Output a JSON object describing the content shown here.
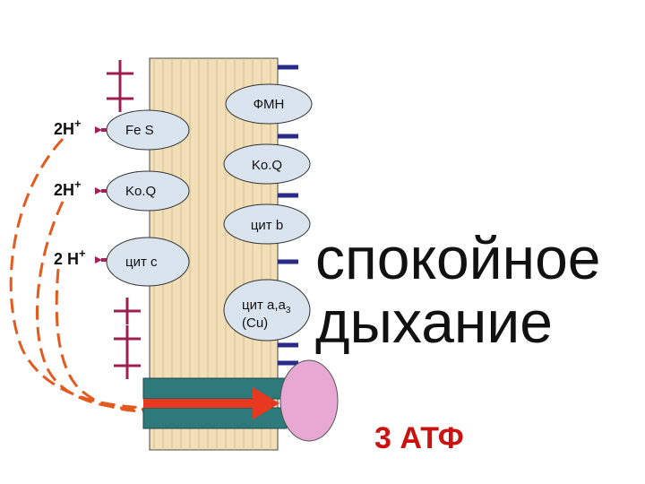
{
  "diagram": {
    "carriers": {
      "fmn": "ФМН",
      "fes": "Fe S",
      "koq_right": "Ko.Q",
      "koq_left": "Ko.Q",
      "cyt_b": "цит b",
      "cyt_c": "цит с",
      "cyt_aa3_line1": "цит a,a",
      "cyt_aa3_sub": "3",
      "cyt_aa3_line2": "(Cu)"
    },
    "protons": {
      "p1_main": "2H",
      "p1_sup": "+",
      "p2_main": "2H",
      "p2_sup": "+",
      "p3_main": "2 H",
      "p3_sup": "+"
    },
    "title_line1": "спокойное",
    "title_line2": "дыхание",
    "atp": "3 АТФ"
  },
  "colors": {
    "membrane": "#f2dfb8",
    "carrier": "#d9e4ef",
    "plus": "#9c1f4f",
    "minus": "#2a2a88",
    "h_arrow": "#a61e5a",
    "dashed": "#e35a1f",
    "channel": "#2e7a7a",
    "atp_synthase": "#e7a9d3",
    "atp_text": "#cc1111"
  }
}
